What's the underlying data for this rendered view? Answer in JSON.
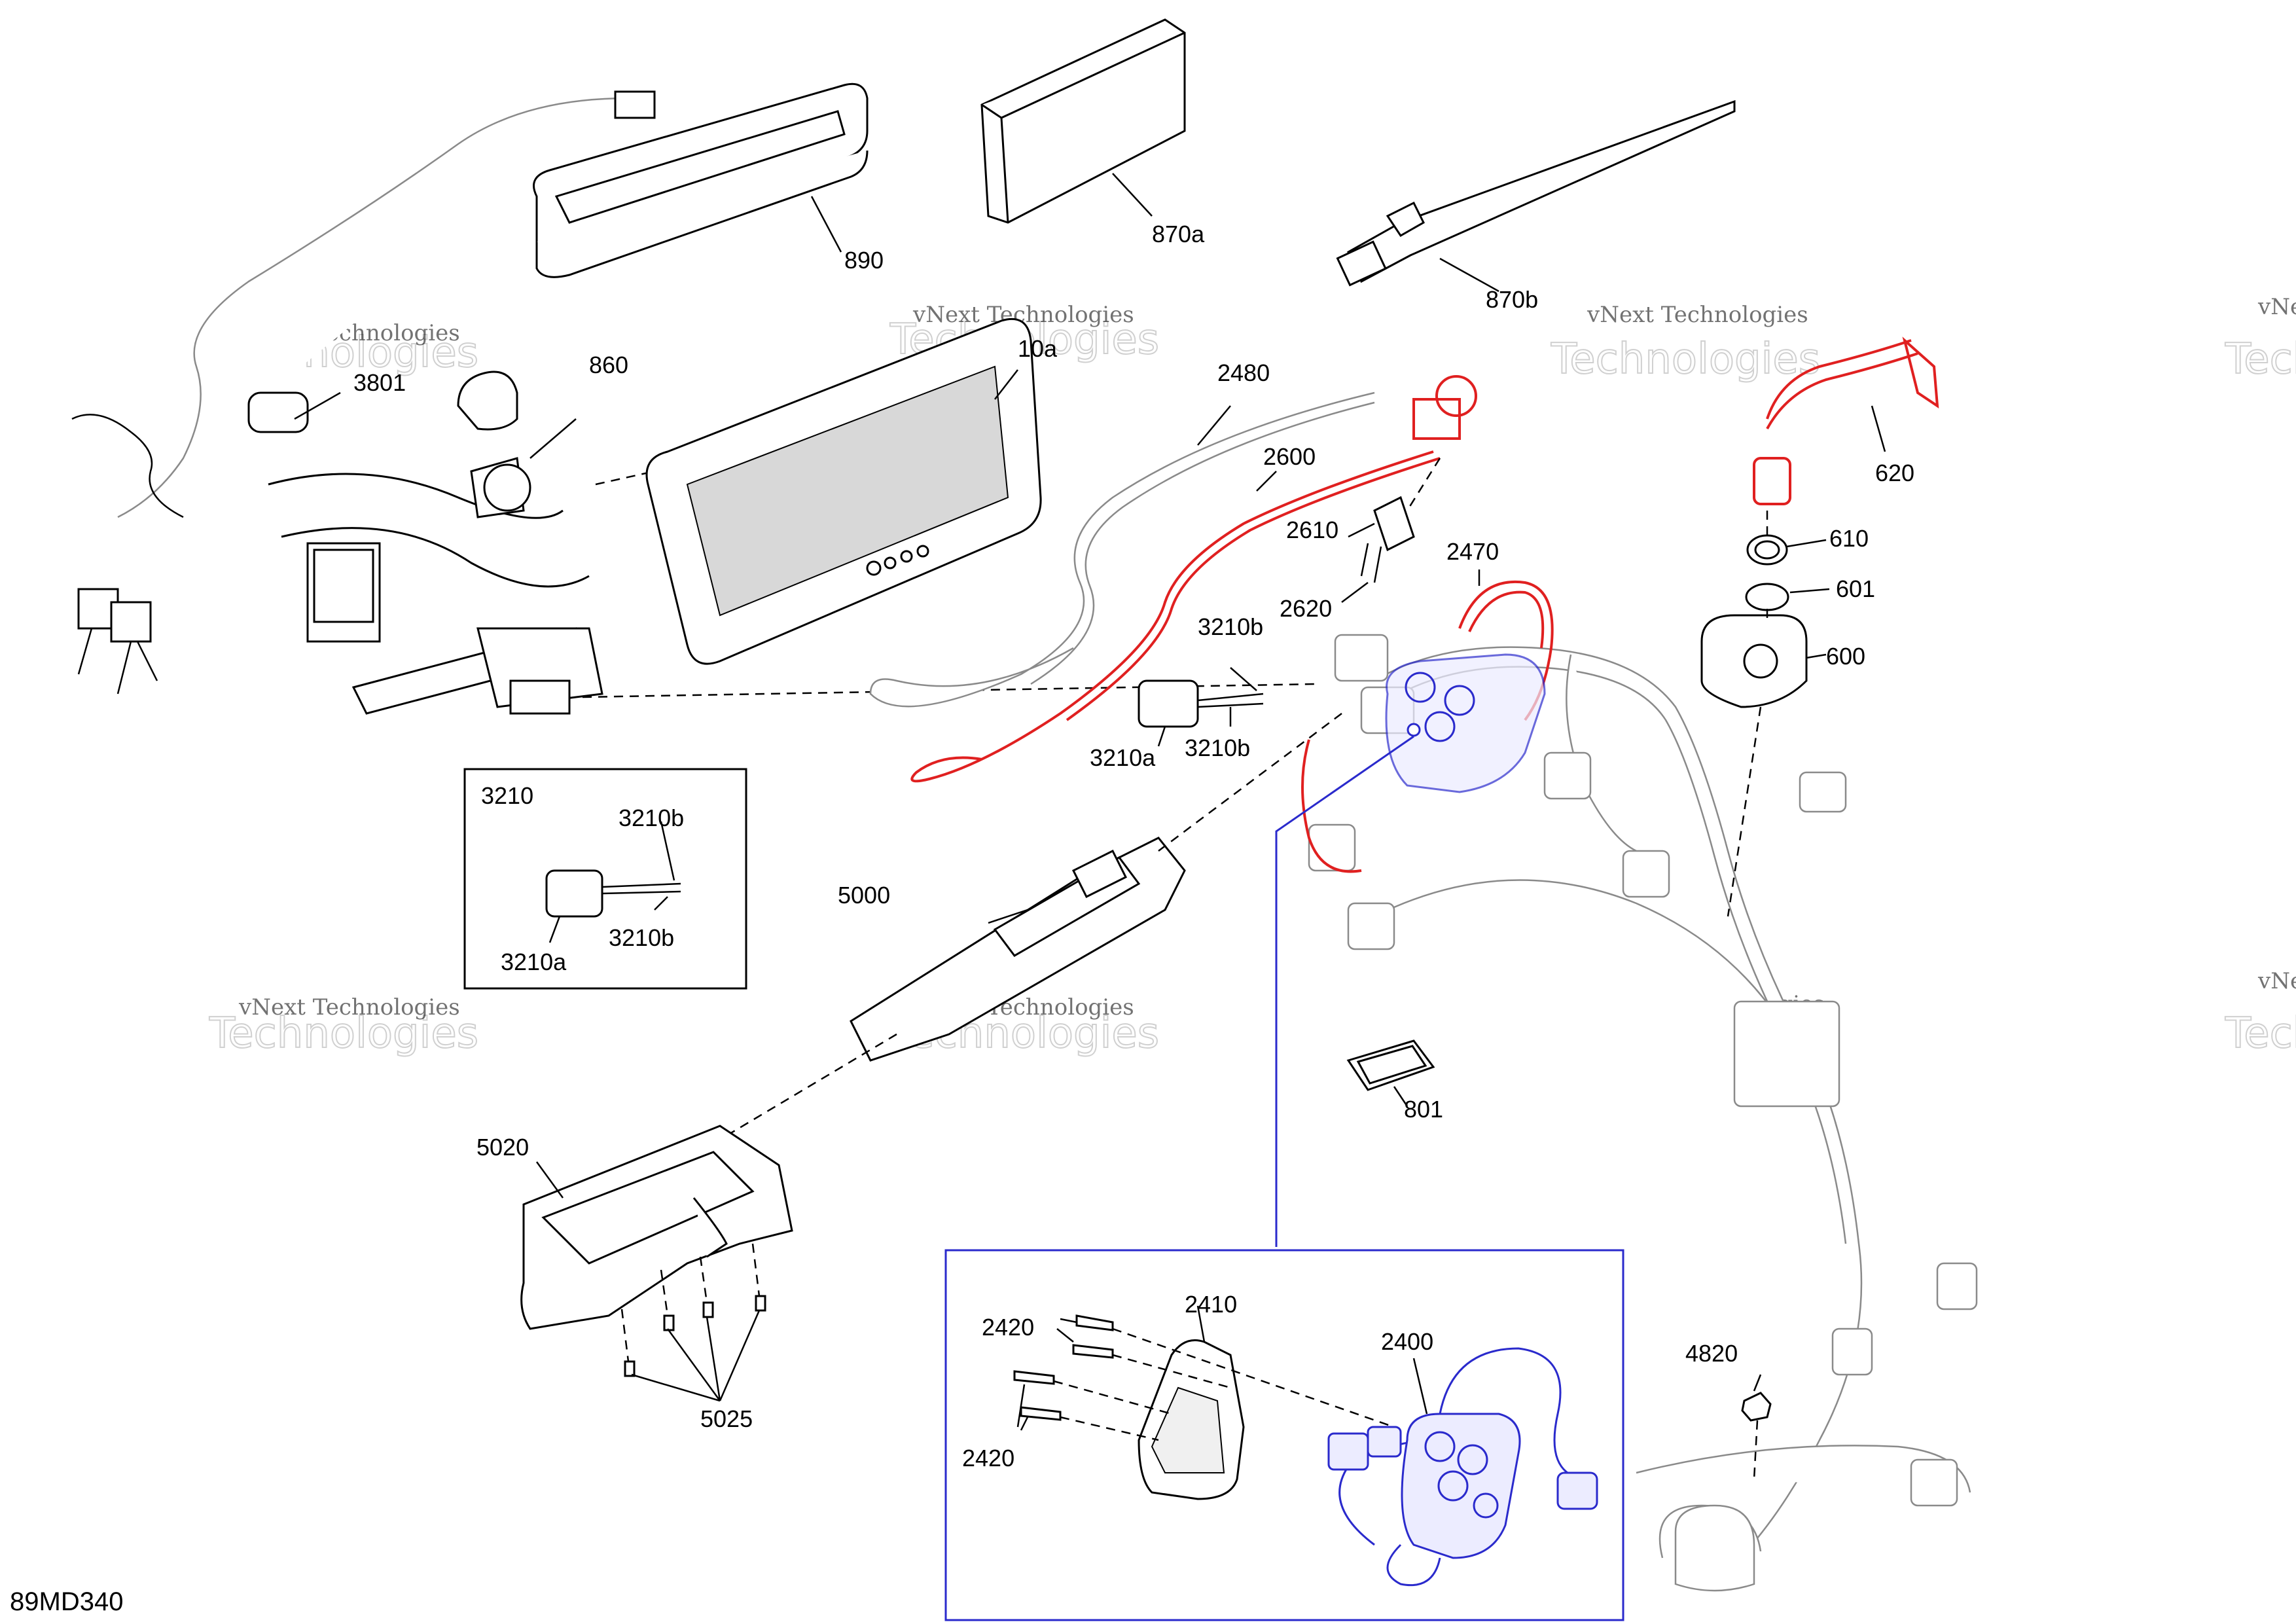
{
  "diagram_code": "89MD340",
  "watermark": {
    "company": "vNext Technologies",
    "big": "Technologies"
  },
  "callouts": {
    "c890": "890",
    "c870a": "870a",
    "c870b": "870b",
    "c10a": "10a",
    "c860": "860",
    "c3801": "3801",
    "c2480": "2480",
    "c2600": "2600",
    "c2610": "2610",
    "c2620": "2620",
    "c2470": "2470",
    "c620": "620",
    "c610": "610",
    "c601": "601",
    "c600": "600",
    "c3210b_top": "3210b",
    "c3210a": "3210a",
    "c3210b_mid": "3210b",
    "c5000": "5000",
    "c801": "801",
    "c5020": "5020",
    "c5025": "5025",
    "c4820": "4820",
    "c2410": "2410",
    "c2400": "2400",
    "c2420_top": "2420",
    "c2420_bottom": "2420"
  },
  "inset_3210": {
    "title": "3210",
    "c3210b_top": "3210b",
    "c3210a": "3210a",
    "c3210b_bottom": "3210b"
  },
  "colors": {
    "highlight_red": "#e02020",
    "highlight_blue": "#2a2acc",
    "line": "#000000"
  }
}
